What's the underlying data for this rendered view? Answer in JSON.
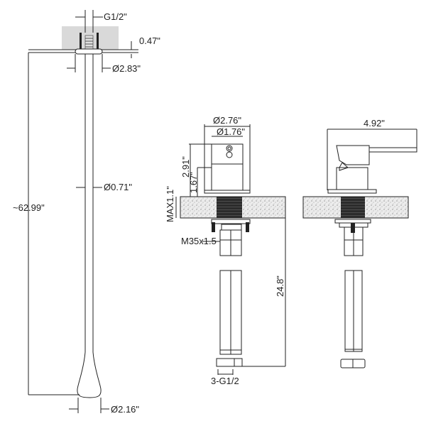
{
  "drawing": {
    "type": "technical dimension drawing",
    "views": {
      "shower_arm": {
        "labels": {
          "thread": "G1/2\"",
          "flange_height": "0.47\"",
          "flange_dia": "Ø2.83\"",
          "pipe_dia": "Ø0.71\"",
          "length": "~62.99\"",
          "head_dia": "Ø2.16\""
        }
      },
      "valve_front": {
        "labels": {
          "body_dia": "Ø2.76\"",
          "handle_dia": "Ø1.76\"",
          "height_total": "2.91\"",
          "height_lower": "1.67\"",
          "max_deck": "MAX1.1\"",
          "thread": "M35x1.5",
          "hose_length": "24.8\"",
          "hose_thread": "3-G1/2"
        }
      },
      "valve_side": {
        "labels": {
          "reach": "4.92\""
        }
      }
    },
    "colors": {
      "line": "#222222",
      "ceiling": "#d9d9d9",
      "stone": "#e6e6e6",
      "thread_block": "#333333"
    }
  }
}
